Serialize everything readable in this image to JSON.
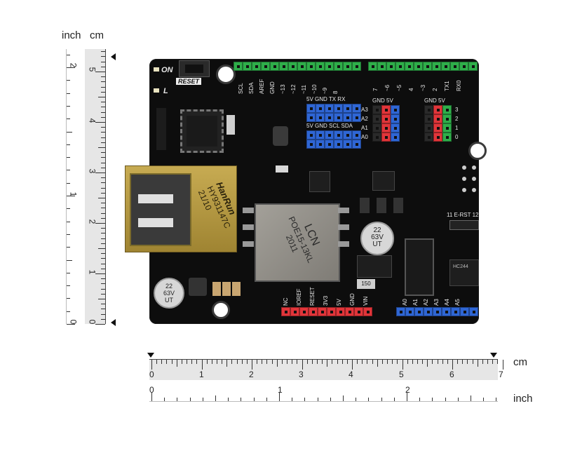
{
  "rulers": {
    "vertical": {
      "unit_inch": "inch",
      "unit_cm": "cm",
      "inch_ticks": [
        "2",
        "1",
        "0"
      ],
      "cm_ticks": [
        "5",
        "4",
        "3",
        "2",
        "1",
        "0"
      ]
    },
    "horizontal": {
      "unit_cm": "cm",
      "unit_inch": "inch",
      "cm_ticks": [
        "0",
        "1",
        "2",
        "3",
        "4",
        "5",
        "6",
        "7"
      ],
      "inch_ticks": [
        "0",
        "1",
        "2"
      ]
    }
  },
  "board": {
    "power_led": "ON",
    "l_led": "L",
    "reset_label": "RESET",
    "top_pins_left": [
      "SCL",
      "SDA",
      "AREF",
      "GND",
      "~13",
      "~12",
      "~11",
      "~10",
      "~9",
      "8"
    ],
    "top_pins_right": [
      "7",
      "~6",
      "~5",
      "4",
      "~3",
      "2",
      "TX1",
      "RX0"
    ],
    "uart_header": "5V GND TX RX",
    "i2c_header": "5V GND SCL SDA",
    "analog_group_left": "GND 5V",
    "analog_group_right": "GND 5V",
    "analog_left_rows": [
      "A3",
      "A2",
      "A1",
      "A0"
    ],
    "digital_right_rows": [
      "3",
      "2",
      "1",
      "0"
    ],
    "rj45_brand": "HanRun",
    "rj45_part": "HY931147C",
    "rj45_date": "21/10",
    "transformer_brand": "LCN",
    "transformer_part": "POE15-13KL",
    "transformer_date": "2011",
    "cap_right": "22 63V UT",
    "cap_left": "22 63V UT",
    "erst_label": "11 E-RST 12",
    "power_pins": [
      "NC",
      "IOREF",
      "RESET",
      "3V3",
      "5V",
      "GND",
      "VIN"
    ],
    "analog_pins": [
      "A0",
      "A1",
      "A2",
      "A3",
      "A4",
      "A5"
    ],
    "ic_text": "HC244",
    "small_part": "150"
  },
  "colors": {
    "board": "#0d0d0d",
    "header_green": "#2fae4a",
    "header_blue": "#2f66d4",
    "header_red": "#e1353a",
    "pin_black": "#2a2a2a",
    "rj45_gold": "#b99a3c",
    "transformer_metal": "#8f8c85"
  }
}
